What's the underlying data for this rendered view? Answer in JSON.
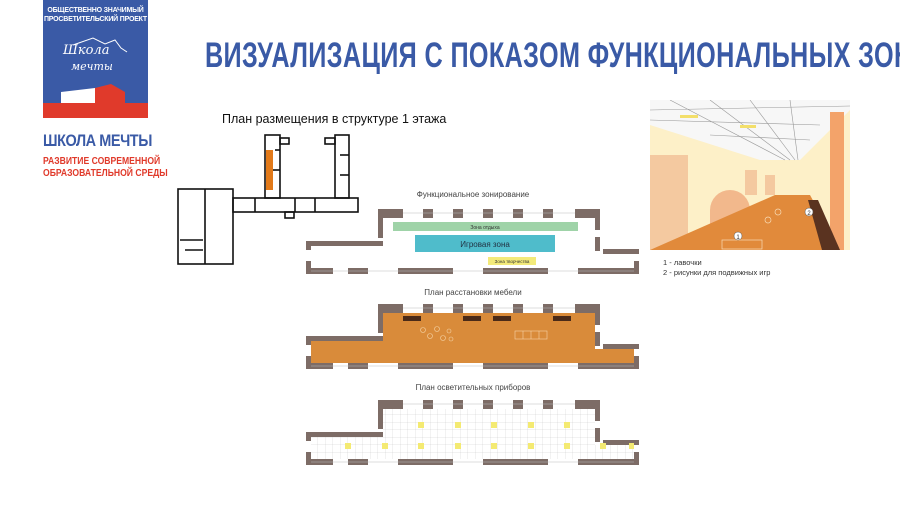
{
  "logo": {
    "top_text": "ОБЩЕСТВЕННО ЗНАЧИМЫЙ ПРОСВЕТИТЕЛЬСКИЙ ПРОЕКТ",
    "script_text_1": "Школа",
    "script_text_2": "мечты",
    "brand_name": "ШКОЛА МЕЧТЫ",
    "brand_sub_1": "РАЗВИТИЕ СОВРЕМЕННОЙ",
    "brand_sub_2": "ОБРАЗОВАТЕЛЬНОЙ СРЕДЫ"
  },
  "title": "ВИЗУАЛИЗАЦИЯ С ПОКАЗОМ ФУНКЦИОНАЛЬНЫХ ЗОН",
  "floor_plan_caption": "План размещения в структуре 1 этажа",
  "functional": {
    "caption": "Функциональное зонирование",
    "zones": {
      "rest": "Зона отдыха",
      "play": "Игровая зона",
      "creative": "Зона творчества"
    }
  },
  "furniture_caption": "План расстановки мебели",
  "lighting_caption": "План осветительных приборов",
  "render": {
    "markers": [
      "1",
      "2"
    ],
    "legend": [
      "1 - лавочки",
      "2 - рисунки для подвижных игр"
    ]
  },
  "colors": {
    "brand_blue": "#3a5aa6",
    "brand_red": "#e03a2b",
    "floor_orange": "#d98b3a",
    "wall": "#7d6c66",
    "rest_zone": "#9fd3a8",
    "play_zone": "#4fbccb",
    "creative_zone": "#f3ea7a"
  }
}
